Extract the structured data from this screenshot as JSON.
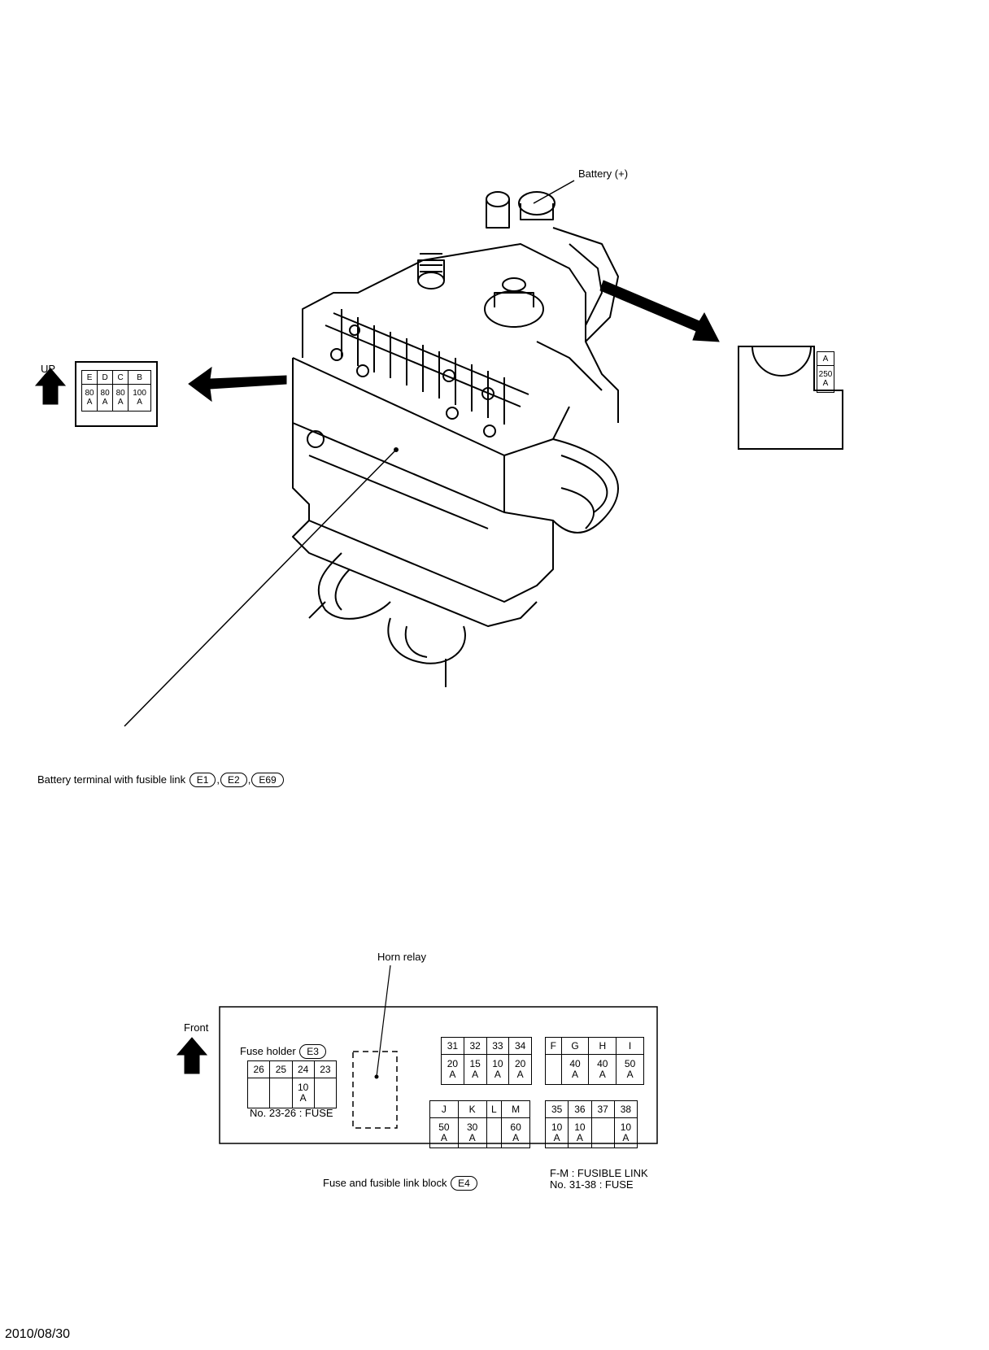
{
  "battery_label": "Battery (+)",
  "up_label": "UP",
  "front_label": "Front",
  "fusible_link_headers": [
    "E",
    "D",
    "C",
    "B"
  ],
  "fusible_link_ratings": [
    "80\nA",
    "80\nA",
    "80\nA",
    "100\nA"
  ],
  "battery_link_header": "A",
  "battery_link_rating": "250\nA",
  "battery_terminal_label": "Battery terminal with fusible link",
  "battery_terminal_connectors": [
    "E1",
    "E2",
    "E69"
  ],
  "battery_terminal_separators": [
    ",",
    ","
  ],
  "horn_relay_label": "Horn relay",
  "fuse_holder_label": "Fuse holder",
  "fuse_holder_connector": "E3",
  "fuse_holder_headers": [
    "26",
    "25",
    "24",
    "23"
  ],
  "fuse_holder_ratings": [
    "",
    "",
    "10\nA",
    ""
  ],
  "fuse_holder_note": "No. 23-26 : FUSE",
  "block_top_left_headers": [
    "31",
    "32",
    "33",
    "34"
  ],
  "block_top_left_ratings": [
    "20\nA",
    "15\nA",
    "10\nA",
    "20\nA"
  ],
  "block_top_right_headers": [
    "F",
    "G",
    "H",
    "I"
  ],
  "block_top_right_ratings": [
    "",
    "40\nA",
    "40\nA",
    "50\nA"
  ],
  "block_bottom_left_headers": [
    "J",
    "K",
    "L",
    "M"
  ],
  "block_bottom_left_ratings": [
    "50\nA",
    "30\nA",
    "",
    "60\nA"
  ],
  "block_bottom_right_headers": [
    "35",
    "36",
    "37",
    "38"
  ],
  "block_bottom_right_ratings": [
    "10\nA",
    "10\nA",
    "",
    "10\nA"
  ],
  "block_label": "Fuse and fusible link block",
  "block_connector": "E4",
  "legend_line1": "F-M : FUSIBLE LINK",
  "legend_line2": "No. 31-38 : FUSE",
  "date": "2010/08/30"
}
